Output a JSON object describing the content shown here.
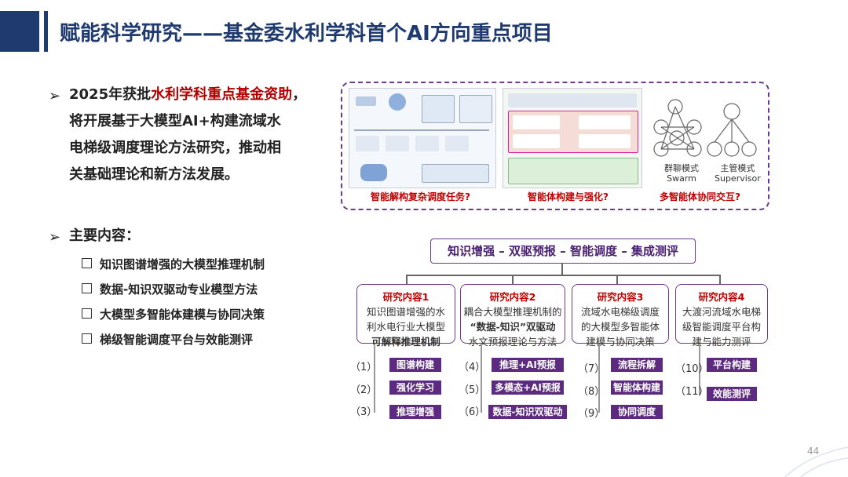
{
  "header": {
    "title": "赋能科学研究——基金委水利学科首个AI方向重点项目"
  },
  "bullet1": {
    "marker": "➢",
    "lines": [
      [
        "2025年获批",
        "水利学科重点基金资助",
        "，"
      ],
      "将开展基于大模型AI+构建流域水",
      "电梯级调度理论方法研究，推动相",
      "关基础理论和新方法发展。"
    ]
  },
  "bullet2": {
    "marker": "➢",
    "label": "主要内容：",
    "items": [
      "知识图谱增强的大模型推理机制",
      "数据-知识双驱动专业模型方法",
      "大模型多智能体建模与协同决策",
      "梯级智能调度平台与效能测评"
    ]
  },
  "panel": {
    "captions": [
      "智能解构复杂调度任务?",
      "智能体构建与强化?",
      "多智能体协同交互?"
    ],
    "mode_left": [
      "群聊模式",
      "Swarm"
    ],
    "mode_right": [
      "主管模式",
      "Supervisor"
    ]
  },
  "diagram": {
    "top": "知识增强 – 双驱预报 – 智能调度 – 集成测评",
    "contents": [
      {
        "head": "研究内容1",
        "lines": [
          "知识图谱增强的水",
          "利水电行业大模型",
          "可解释推理机制"
        ]
      },
      {
        "head": "研究内容2",
        "lines": [
          "耦合大模型推理机制的",
          "“数据-知识”双驱动",
          "水文预报理论与方法"
        ]
      },
      {
        "head": "研究内容3",
        "lines": [
          "流域水电梯级调度",
          "的大模型多智能体",
          "建模与协同决策"
        ]
      },
      {
        "head": "研究内容4",
        "lines": [
          "大渡河流域水电梯",
          "级智能调度平台构",
          "建与能力测评"
        ]
      }
    ],
    "tasks": [
      [
        {
          "n": "（1）",
          "t": "图谱构建"
        },
        {
          "n": "（2）",
          "t": "强化学习"
        },
        {
          "n": "（3）",
          "t": "推理增强"
        }
      ],
      [
        {
          "n": "（4）",
          "t": "推理+AI预报"
        },
        {
          "n": "（5）",
          "t": "多模态+AI预报"
        },
        {
          "n": "（6）",
          "t": "数据-知识双驱动"
        }
      ],
      [
        {
          "n": "（7）",
          "t": "流程拆解"
        },
        {
          "n": "（8）",
          "t": "智能体构建"
        },
        {
          "n": "（9）",
          "t": "协同调度"
        }
      ],
      [
        {
          "n": "（10）",
          "t": "平台构建"
        },
        {
          "n": "（11）",
          "t": "效能测评"
        }
      ]
    ]
  },
  "page_number": "44",
  "colors": {
    "title": "#1f3a6e",
    "accent_red": "#c00000",
    "purple": "#5c2a7e"
  }
}
